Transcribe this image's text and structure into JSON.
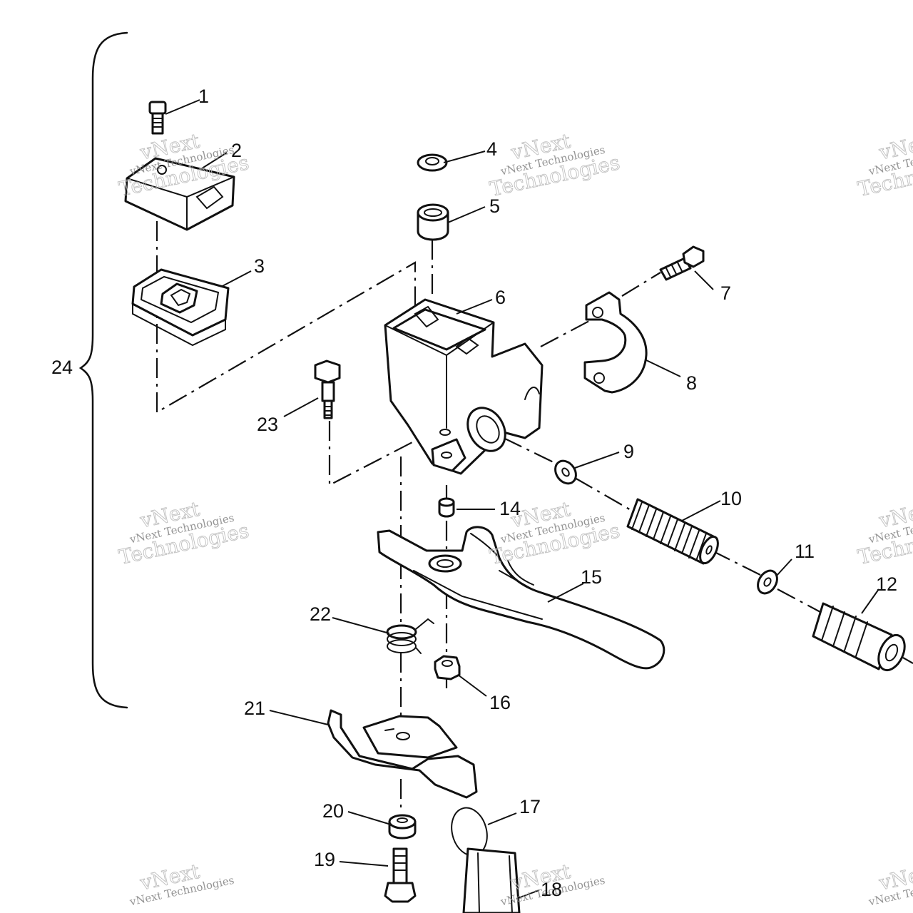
{
  "diagram": {
    "callouts": [
      "1",
      "2",
      "3",
      "4",
      "5",
      "6",
      "7",
      "8",
      "9",
      "10",
      "11",
      "12",
      "14",
      "15",
      "16",
      "17",
      "18",
      "19",
      "20",
      "21",
      "22",
      "23",
      "24"
    ],
    "watermark": {
      "line1": "vNext Technologies",
      "line2": "Technologies"
    }
  }
}
